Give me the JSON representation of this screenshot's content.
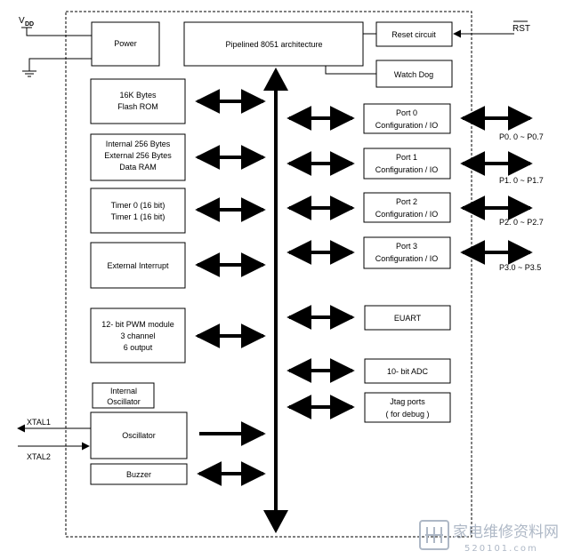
{
  "labels": {
    "vdd": "V",
    "vdd_sub": "DD",
    "rst": "RST",
    "xtal1": "XTAL1",
    "xtal2": "XTAL2",
    "p0": "P0. 0 ~ P0.7",
    "p1": "P1. 0 ~ P1.7",
    "p2": "P2. 0 ~ P2.7",
    "p3": "P3.0 ~ P3.5"
  },
  "blocks": {
    "power": [
      "Power"
    ],
    "core": [
      "Pipelined   8051   architecture"
    ],
    "reset": [
      "Reset circuit"
    ],
    "watchdog": [
      "Watch Dog"
    ],
    "rom": [
      "16K Bytes",
      "Flash ROM"
    ],
    "ram": [
      "Internal  256 Bytes",
      "External  256 Bytes",
      "Data RAM"
    ],
    "timer": [
      "Timer   0 (16 bit)",
      "Timer   1 (16 bit)"
    ],
    "interrupt": [
      "External  Interrupt"
    ],
    "pwm": [
      "12- bit PWM module",
      "3 channel",
      "6 output"
    ],
    "int_osc": [
      "Internal",
      "Oscillator"
    ],
    "oscillator": [
      "Oscillator"
    ],
    "buzzer": [
      "Buzzer"
    ],
    "port0": [
      "Port  0",
      "Configuration    / IO"
    ],
    "port1": [
      "Port  1",
      "Configuration    / IO"
    ],
    "port2": [
      "Port  2",
      "Configuration    / IO"
    ],
    "port3": [
      "Port  3",
      "Configuration    / IO"
    ],
    "euart": [
      "EUART"
    ],
    "adc": [
      "10-  bit ADC"
    ],
    "jtag": [
      "Jtag ports",
      "( for debug )"
    ]
  },
  "watermark": {
    "title": "家电维修资料网",
    "url": "520101.com"
  }
}
